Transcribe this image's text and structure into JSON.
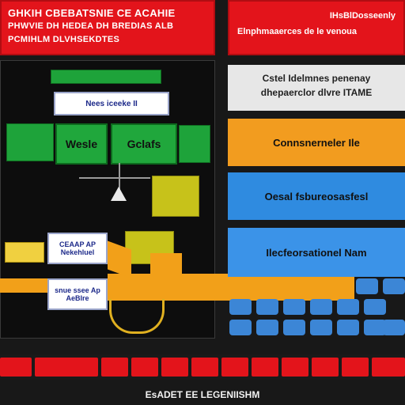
{
  "header": {
    "left_line1": "GHKIH CBEBATSNIE CE ACAHIE",
    "left_line2": "PHWVIE DH HEDEA DH BREDIAS ALB",
    "left_line3": "PCMIHLM DLVHSEKDTES",
    "right_line1": "IHsBlDosseenly",
    "right_line2": "Elnphmaaerces de le venoua"
  },
  "diagram": {
    "top_box_label": "Nees iceeke II",
    "green_left_label": "Wesle",
    "green_right_label": "Gclafs",
    "white_box1_label": "CEAAP AP Nekehluel",
    "white_box2_label": "snue ssee Ap AeBlre"
  },
  "panel": {
    "title_line1": "Cstel Idelmnes penenay",
    "title_line2": "dhepaerclor dlvre ITAME",
    "box1": "Connsnerneler Ile",
    "box2": "Oesal fsbureosasfesl",
    "box3": "Ilecfeorsationel Nam"
  },
  "footer": {
    "label": "EsADET EE LEGENIISHM"
  },
  "colors": {
    "red": "#e3141b",
    "green": "#20a73c",
    "orange": "#f29c1f",
    "blue": "#2f8be0",
    "yellow": "#c7c21a"
  }
}
